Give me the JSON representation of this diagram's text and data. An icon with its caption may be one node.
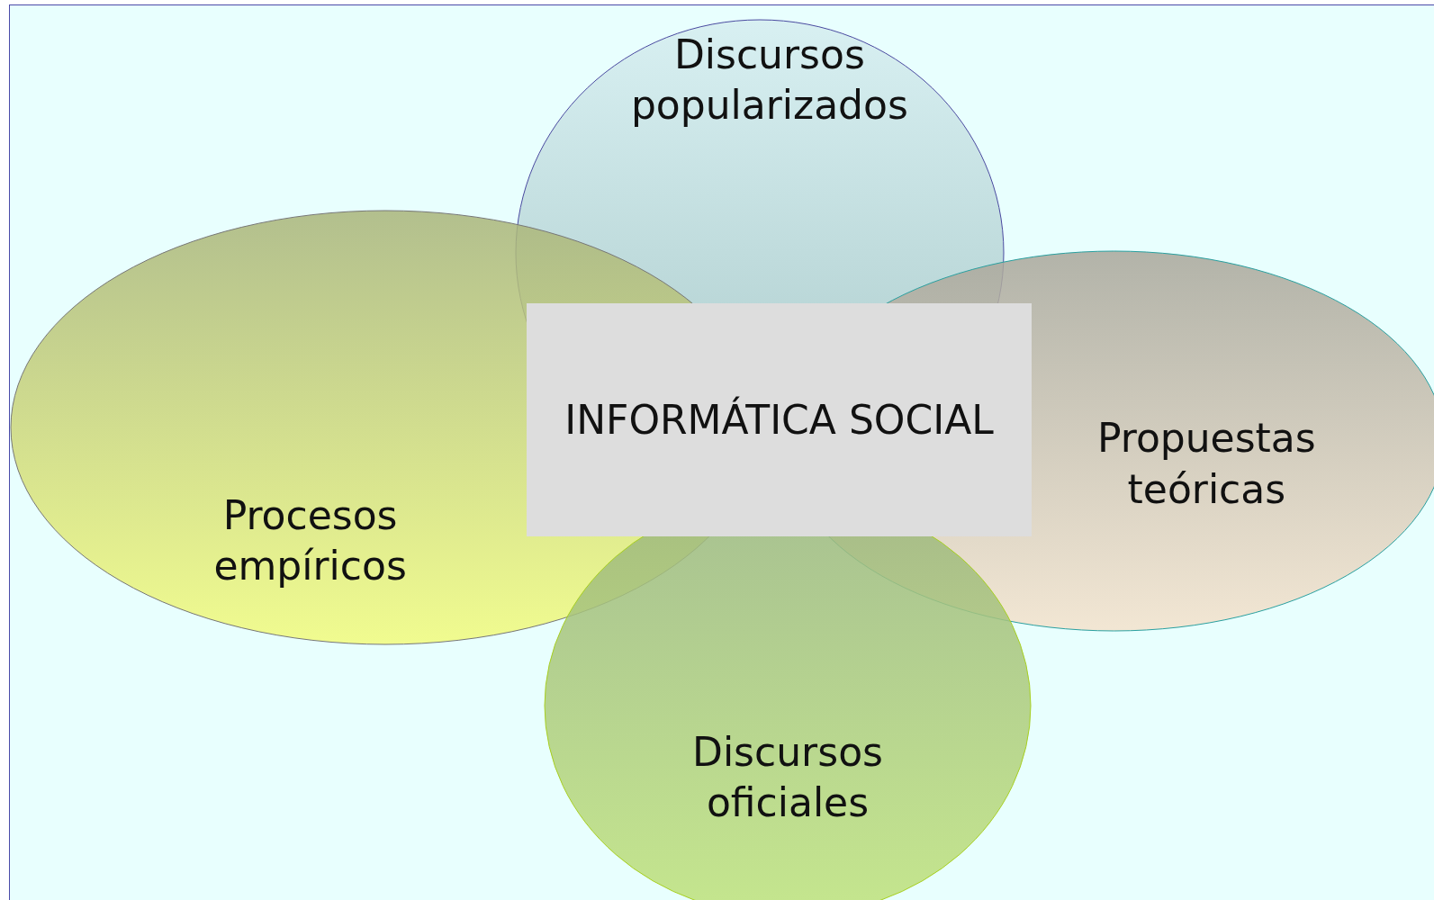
{
  "diagram": {
    "nodes": [
      {
        "text": [
          "Discursos popularizados"
        ]
      },
      {
        "text": [
          "Procesos empíricos"
        ]
      },
      {
        "text": [
          "INFORMÁTICA SOCIAL"
        ]
      },
      {
        "text": [
          "Propuestas teóricas"
        ]
      },
      {
        "text": [
          "Discursos oficiales"
        ]
      }
    ]
  }
}
